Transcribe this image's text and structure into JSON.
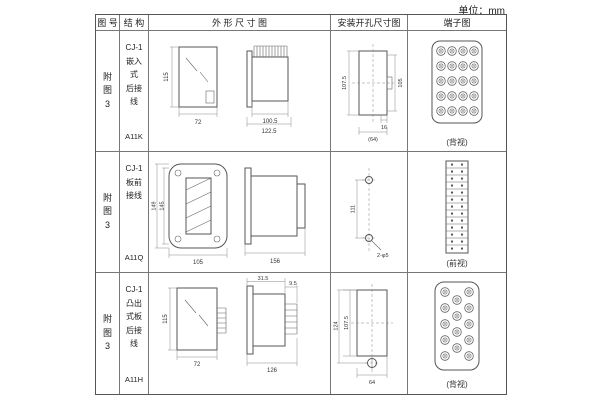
{
  "unit_label": "单位：mm",
  "headers": [
    "图 号",
    "结 构",
    "外 形 尺 寸 图",
    "安装开孔尺寸图",
    "端子图"
  ],
  "rows": [
    {
      "figure_no": "附图3",
      "structure": {
        "name": "CJ-1\n嵌入式\n后接线",
        "model": "A11K"
      },
      "outline": {
        "height": "115",
        "width": "72",
        "depth": "100.5",
        "total_depth": "122.5"
      },
      "install": {
        "cutout_height": "107.5",
        "inner_height": "105",
        "tab_width": "16",
        "cutout_width": "(64)"
      },
      "terminal": {
        "view_label": "(背视)"
      }
    },
    {
      "figure_no": "附图3",
      "structure": {
        "name": "CJ-1\n板前接线",
        "model": "A11Q"
      },
      "outline": {
        "flange_height": "149",
        "inner_height": "145",
        "flange_width": "105",
        "body_depth": "156"
      },
      "install": {
        "hole_spacing": "111",
        "holes": "2-φ5"
      },
      "terminal": {
        "view_label": "(前视)"
      }
    },
    {
      "figure_no": "附图3",
      "structure": {
        "name": "CJ-1\n凸出式板后接线",
        "model": "A11H"
      },
      "outline": {
        "height": "115",
        "width": "72",
        "flange_depth": "31.5",
        "pin_depth": "9.5",
        "total_depth": "126"
      },
      "install": {
        "cutout_height": "107.5",
        "hole_spacing": "124",
        "cutout_width": "64"
      },
      "terminal": {
        "view_label": "(背视)"
      }
    }
  ]
}
